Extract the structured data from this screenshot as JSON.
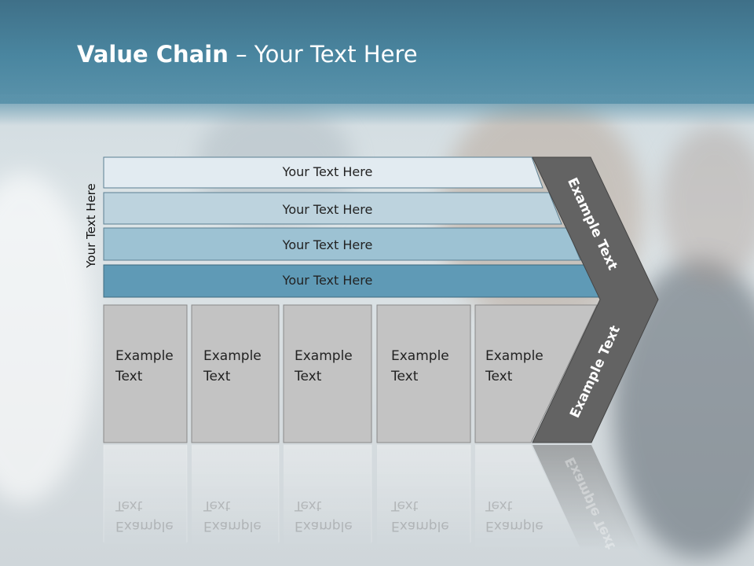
{
  "title": {
    "bold": "Value Chain",
    "rest": " – Your Text Here"
  },
  "vertical_label": "Your Text Here",
  "rows": [
    "Your Text Here",
    "Your Text Here",
    "Your Text Here",
    "Your Text Here"
  ],
  "boxes": [
    {
      "line1": "Example",
      "line2": "Text"
    },
    {
      "line1": "Example",
      "line2": "Text"
    },
    {
      "line1": "Example",
      "line2": "Text"
    },
    {
      "line1": "Example",
      "line2": "Text"
    },
    {
      "line1": "Example",
      "line2": "Text"
    }
  ],
  "arrow": {
    "upper_label": "Example Text",
    "lower_label": "Example Text"
  },
  "colors": {
    "header": "#4a86a0",
    "row1": "#e2ebf1",
    "row2": "#bdd3de",
    "row3": "#9dc2d3",
    "row4": "#5f9ab6",
    "box": "#c3c3c3",
    "arrow": "#636363"
  }
}
